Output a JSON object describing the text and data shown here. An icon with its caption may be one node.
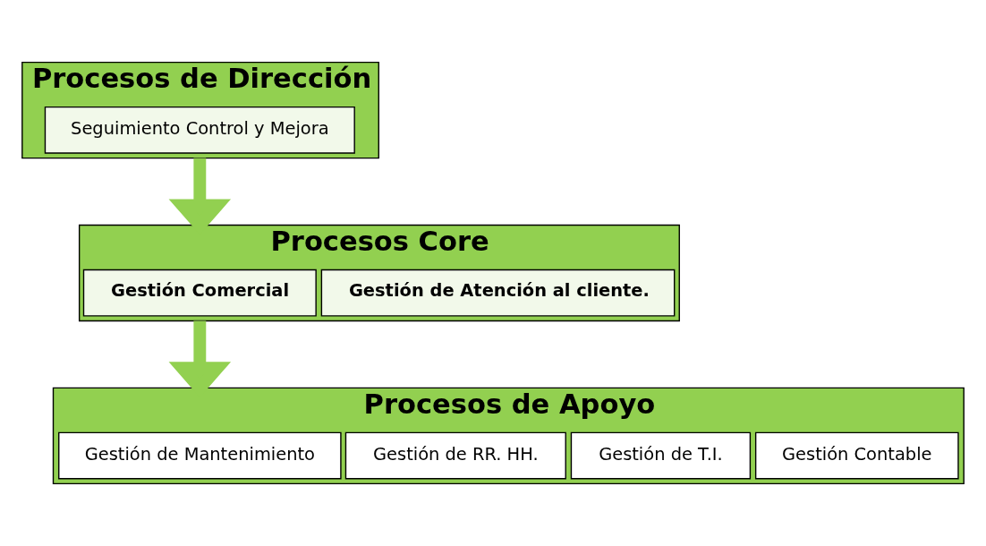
{
  "diagram": {
    "nodes": [
      {
        "text": [
          "Procesos de Dirección"
        ]
      },
      {
        "text": [
          "Seguimiento Control y Mejora"
        ],
        "in": 0
      },
      {
        "text": [
          "Procesos Core"
        ]
      },
      {
        "text": [
          "Gestión Comercial"
        ],
        "in": 2
      },
      {
        "text": [
          "Gestión de Atención al cliente."
        ],
        "in": 2
      },
      {
        "text": [
          "Procesos de Apoyo"
        ]
      },
      {
        "text": [
          "Gestión de Mantenimiento"
        ],
        "in": 5
      },
      {
        "text": [
          "Gestión de RR. HH."
        ],
        "in": 5
      },
      {
        "text": [
          "Gestión de T.I."
        ],
        "in": 5
      },
      {
        "text": [
          "Gestión Contable"
        ],
        "in": 5
      }
    ],
    "edges": [
      {
        "from": 0,
        "to": 2,
        "arrow": "to"
      },
      {
        "from": 2,
        "to": 5,
        "arrow": "to"
      }
    ]
  }
}
